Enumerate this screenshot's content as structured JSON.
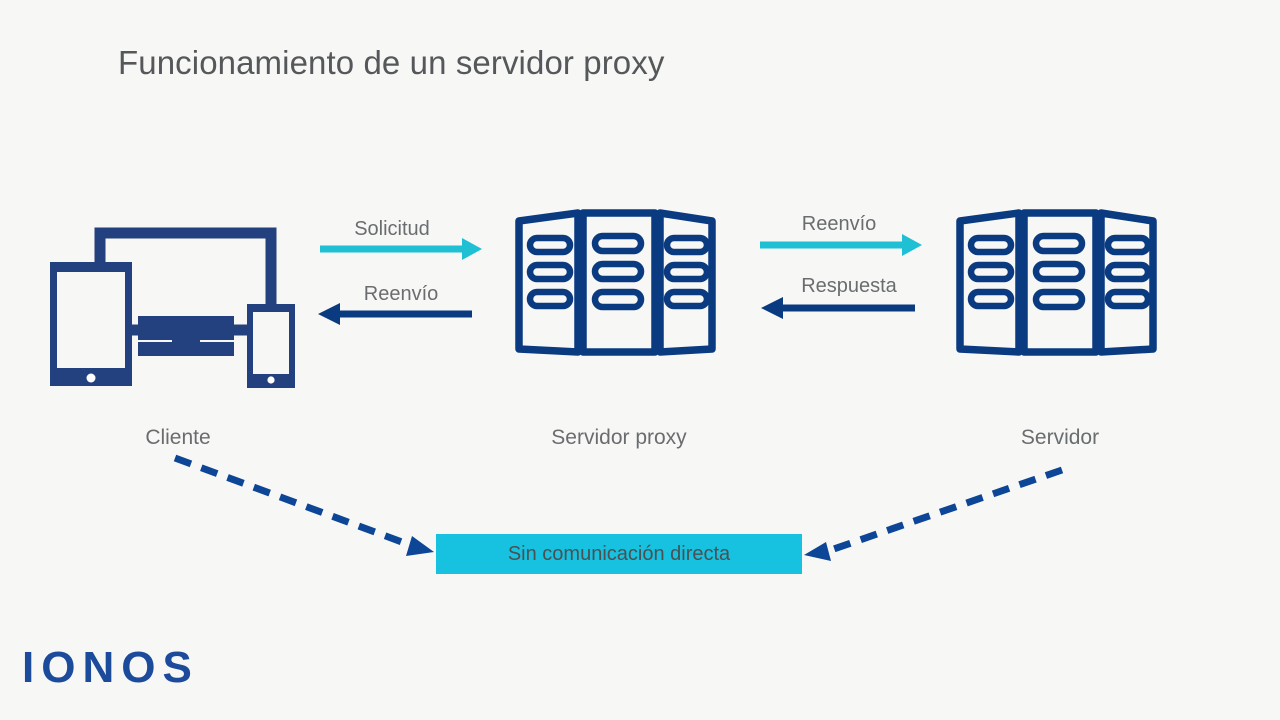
{
  "slide": {
    "title": "Funcionamiento de un servidor proxy",
    "background_color": "#f7f7f6"
  },
  "colors": {
    "navy": "#0a3a80",
    "device_navy": "#24417f",
    "cyan": "#17c1e0",
    "cyan_arrow": "#1fbfd4",
    "text_gray": "#6a6d6f",
    "title_gray": "#55585a",
    "logo_blue": "#1c4b9c"
  },
  "nodes": [
    {
      "id": "client",
      "label": "Cliente",
      "icon": "devices-icon"
    },
    {
      "id": "proxy",
      "label": "Servidor proxy",
      "icon": "server-rack-icon"
    },
    {
      "id": "server",
      "label": "Servidor",
      "icon": "server-rack-icon"
    }
  ],
  "flows": [
    {
      "id": "solicitud",
      "label": "Solicitud",
      "direction": "right",
      "color": "#1fbfd4",
      "from": "client",
      "to": "proxy"
    },
    {
      "id": "reenvio-1",
      "label": "Reenvío",
      "direction": "left",
      "color": "#0a3a80",
      "from": "proxy",
      "to": "client"
    },
    {
      "id": "reenvio-2",
      "label": "Reenvío",
      "direction": "right",
      "color": "#1fbfd4",
      "from": "proxy",
      "to": "server"
    },
    {
      "id": "respuesta",
      "label": "Respuesta",
      "direction": "left",
      "color": "#0a3a80",
      "from": "server",
      "to": "proxy"
    }
  ],
  "banner": {
    "label": "Sin comunicación directa",
    "background_color": "#17c1e0",
    "text_color": "#4c5052"
  },
  "dashed_connectors": [
    {
      "id": "client-to-banner",
      "from": "client",
      "to": "banner",
      "style": "dashed",
      "color": "#0d4696"
    },
    {
      "id": "server-to-banner",
      "from": "server",
      "to": "banner",
      "style": "dashed",
      "color": "#0d4696"
    }
  ],
  "brand": {
    "logo_text": "IONOS"
  }
}
